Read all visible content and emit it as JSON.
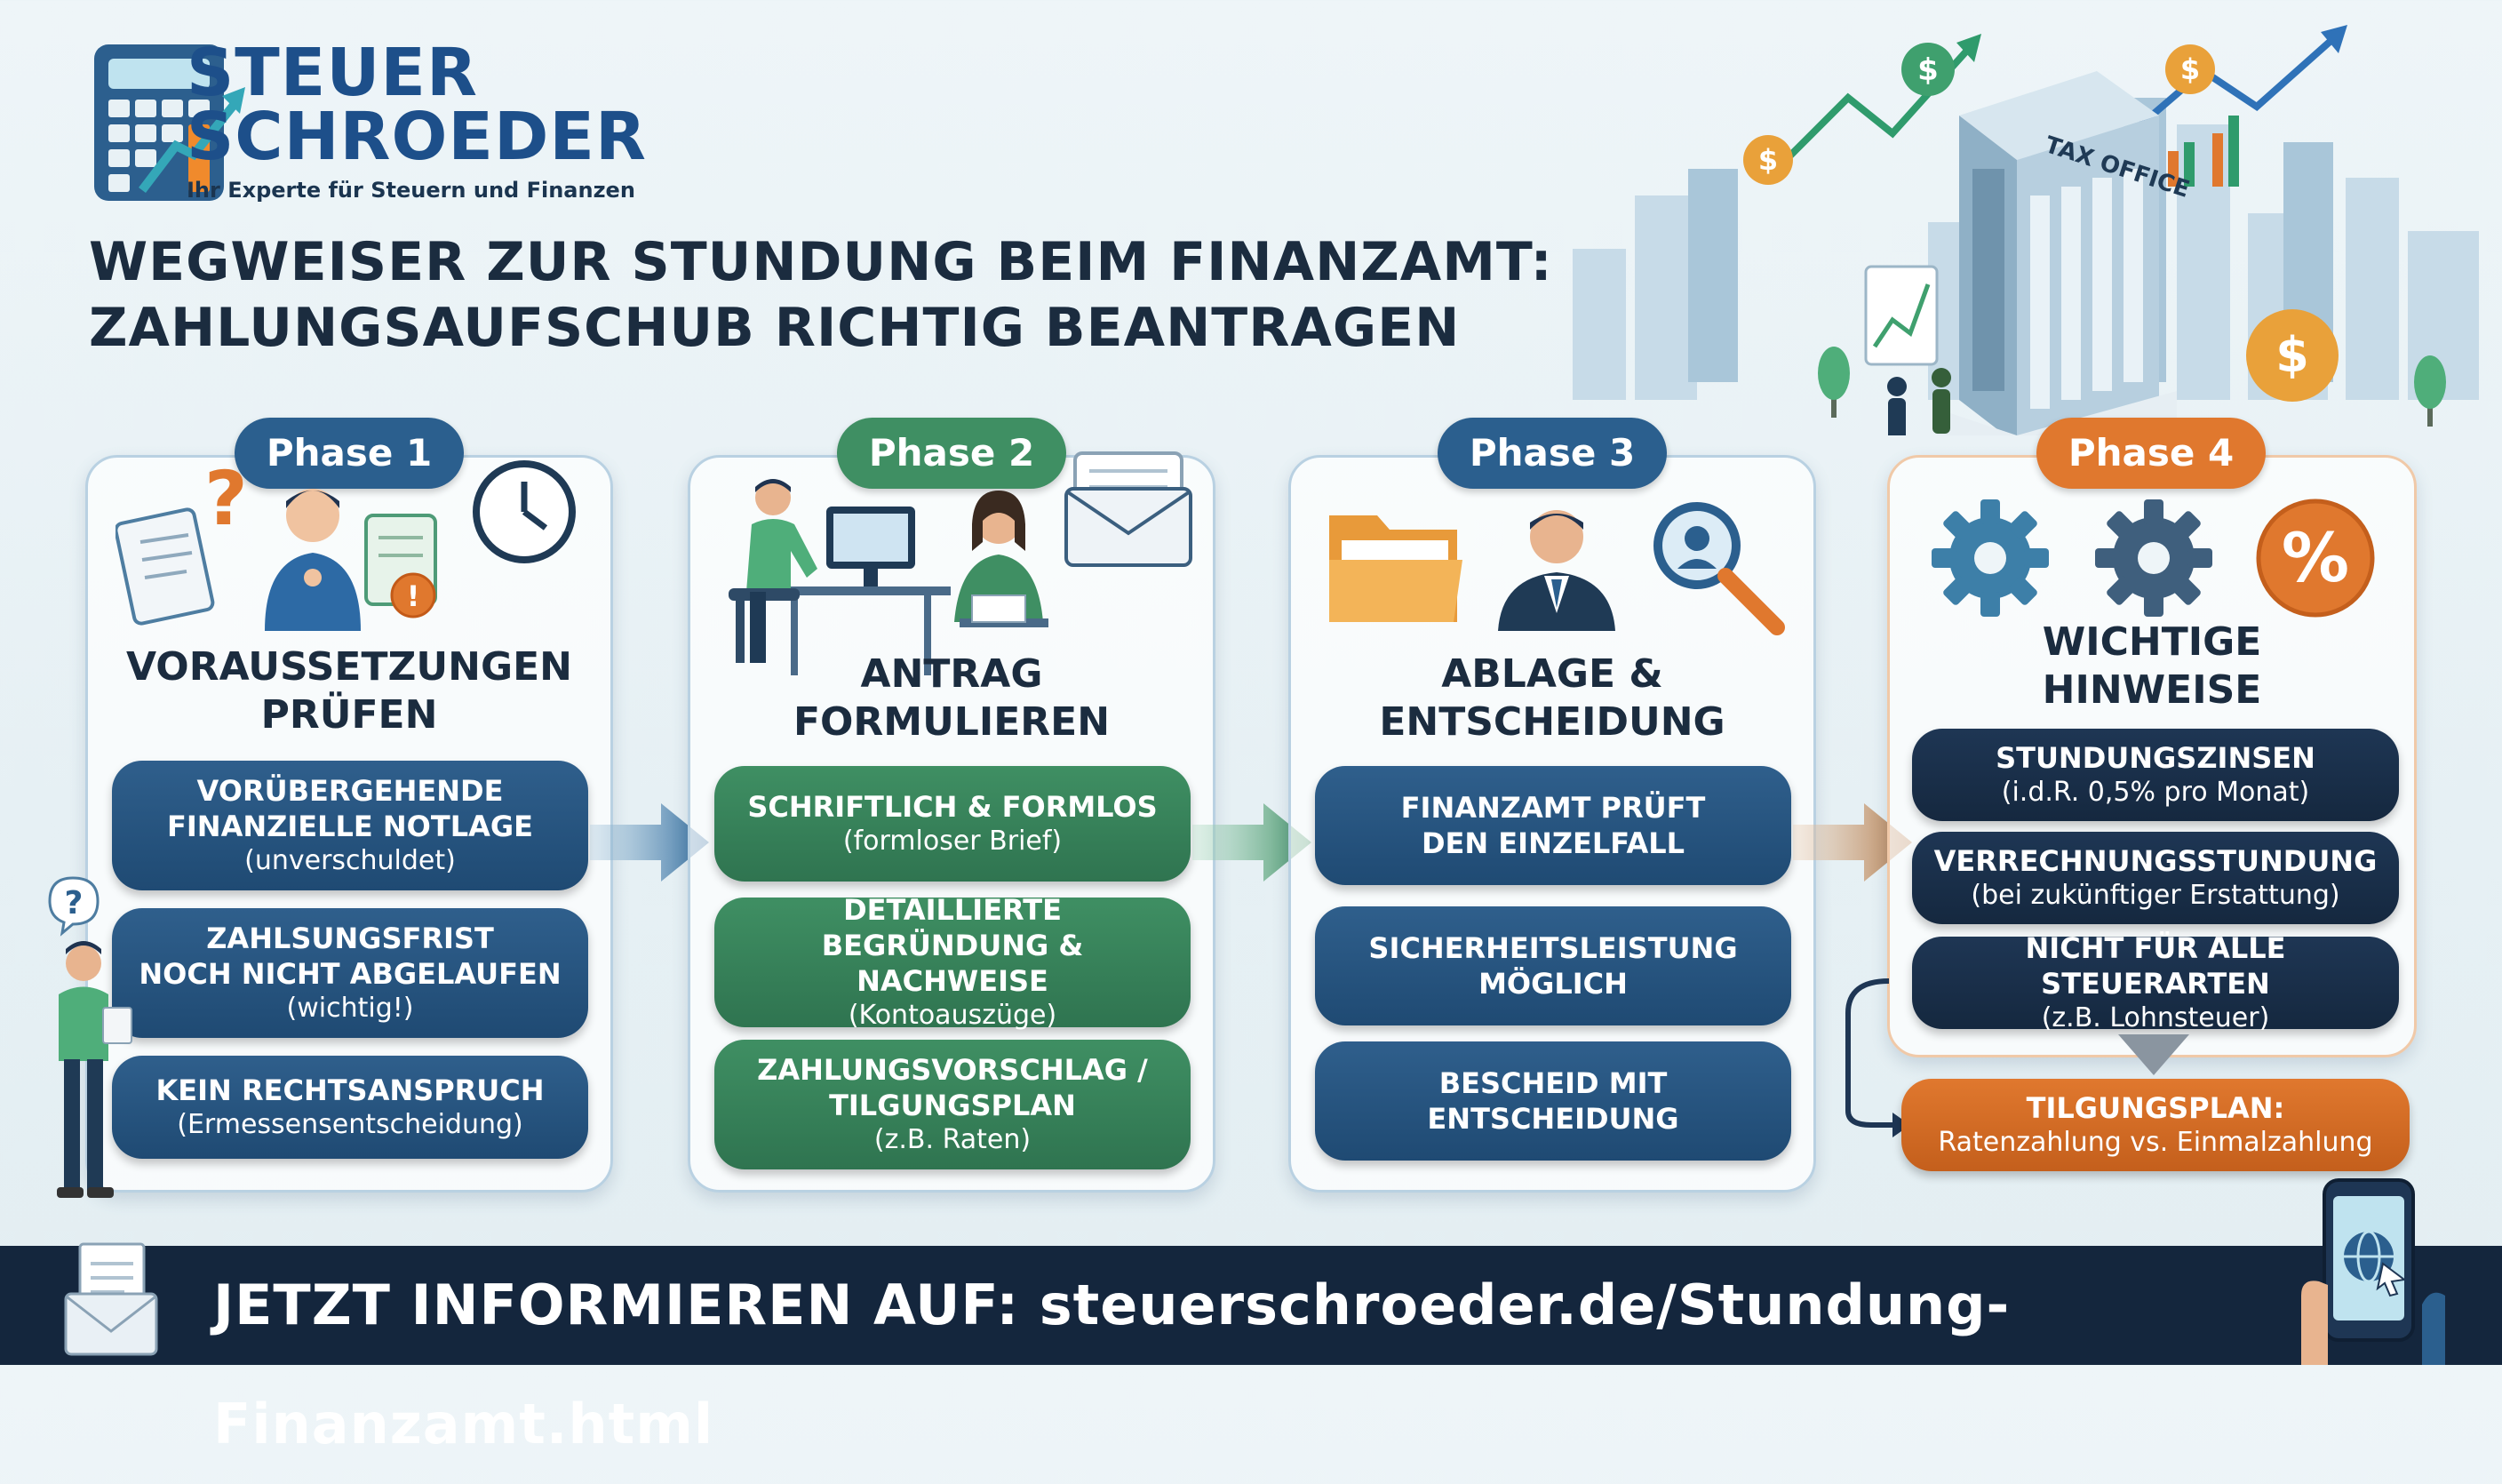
{
  "brand": {
    "line1": "STEUER",
    "line2": "SCHROEDER",
    "tagline": "Ihr Experte für Steuern und Finanzen"
  },
  "headline": {
    "line1": "WEGWEISER ZUR STUNDUNG BEIM FINANZAMT:",
    "line2": "ZAHLUNGSAUFSCHUB RICHTIG BEANTRAGEN"
  },
  "illustration": {
    "building_sign": "TAX OFFICE"
  },
  "phases": [
    {
      "label": "Phase 1",
      "title_1": "VORAUSSETZUNGEN",
      "title_2": "PRÜFEN",
      "items": [
        {
          "title_1": "VORÜBERGEHENDE",
          "title_2": "FINANZIELLE NOTLAGE",
          "sub": "(unverschuldet)"
        },
        {
          "title_1": "ZAHLSUNGSFRIST",
          "title_2": "NOCH NICHT ABGELAUFEN",
          "sub": "(wichtig!)"
        },
        {
          "title_1": "KEIN RECHTSANSPRUCH",
          "sub": "(Ermessensentscheidung)"
        }
      ]
    },
    {
      "label": "Phase 2",
      "title_1": "ANTRAG",
      "title_2": "FORMULIEREN",
      "items": [
        {
          "title_1": "SCHRIFTLICH & FORMLOS",
          "sub": "(formloser Brief)"
        },
        {
          "title_1": "DETAILLIERTE",
          "title_2": "BEGRÜNDUNG & NACHWEISE",
          "sub": "(Kontoauszüge)"
        },
        {
          "title_1": "ZAHLUNGSVORSCHLAG /",
          "title_2": "TILGUNGSPLAN",
          "sub": "(z.B. Raten)"
        }
      ]
    },
    {
      "label": "Phase 3",
      "title_1": "ABLAGE &",
      "title_2": "ENTSCHEIDUNG",
      "items": [
        {
          "title_1": "FINANZAMT PRÜFT",
          "title_2": "DEN EINZELFALL"
        },
        {
          "title_1": "SICHERHEITSLEISTUNG",
          "title_2": "MÖGLICH"
        },
        {
          "title_1": "BESCHEID MIT",
          "title_2": "ENTSCHEIDUNG"
        }
      ]
    },
    {
      "label": "Phase 4",
      "title_1": "WICHTIGE",
      "title_2": "HINWEISE",
      "items": [
        {
          "title_1": "STUNDUNGSZINSEN",
          "sub": "(i.d.R. 0,5% pro Monat)"
        },
        {
          "title_1": "VERRECHNUNGSSTUNDUNG",
          "sub": "(bei zukünftiger Erstattung)"
        },
        {
          "title_1": "NICHT FÜR ALLE STEUERARTEN",
          "sub": "(z.B. Lohnsteuer)"
        }
      ],
      "extra": {
        "title_1": "TILGUNGSPLAN:",
        "sub": "Ratenzahlung vs. Einmalzahlung"
      },
      "percent_symbol": "%"
    }
  ],
  "footer": {
    "text": "JETZT INFORMIEREN AUF: steuerschroeder.de/Stundung-Finanzamt.html"
  },
  "colors": {
    "blue": "#2f5f8c",
    "green": "#3f8f63",
    "navy": "#1e3654",
    "orange": "#e0782e",
    "footer": "#14263d"
  }
}
